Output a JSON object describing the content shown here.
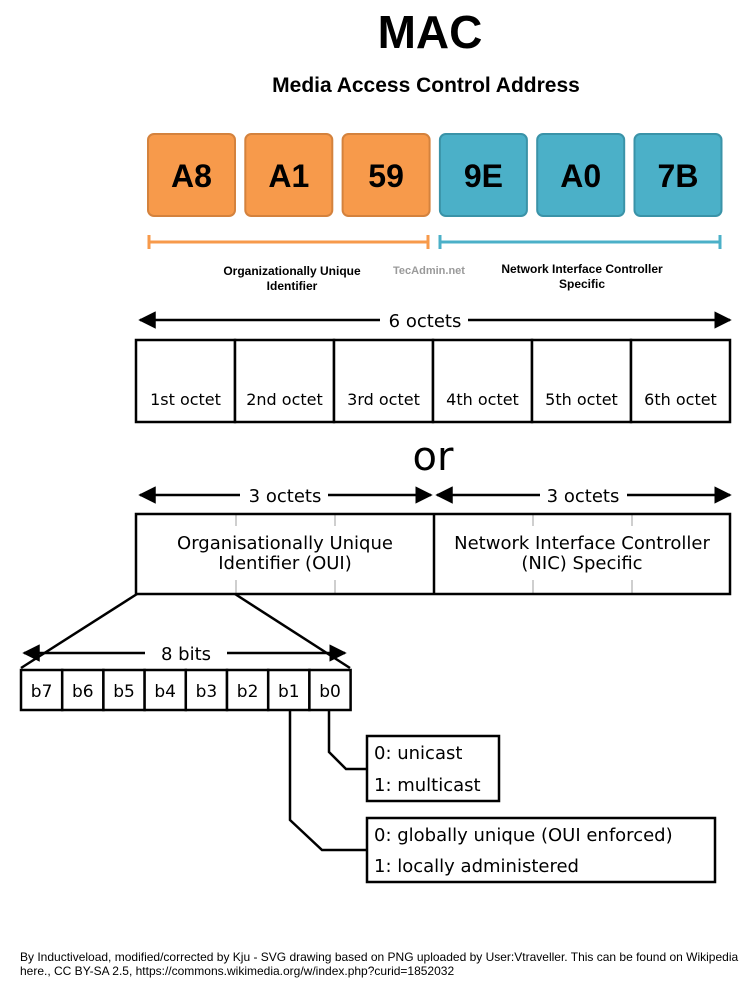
{
  "title": "MAC",
  "subtitle": "Media Access Control Address",
  "mac_bytes": [
    {
      "value": "A8",
      "group": "oui"
    },
    {
      "value": "A1",
      "group": "oui"
    },
    {
      "value": "59",
      "group": "oui"
    },
    {
      "value": "9E",
      "group": "nic"
    },
    {
      "value": "A0",
      "group": "nic"
    },
    {
      "value": "7B",
      "group": "nic"
    }
  ],
  "colors": {
    "oui": "#f79a4b",
    "nic": "#4bb0c8",
    "oui_border": "#d4823d",
    "nic_border": "#3a93a8"
  },
  "brackets": {
    "oui_label_1": "Organizationally Unique",
    "oui_label_2": "Identifier",
    "watermark": "TecAdmin.net",
    "nic_label_1": "Network Interface Controller",
    "nic_label_2": "Specific"
  },
  "octets": {
    "span_label": "6 octets",
    "cells": [
      "1st octet",
      "2nd octet",
      "3rd octet",
      "4th octet",
      "5th octet",
      "6th octet"
    ]
  },
  "or_label": "or",
  "halves": {
    "left_span": "3 octets",
    "right_span": "3 octets",
    "left_1": "Organisationally Unique",
    "left_2": "Identifier (OUI)",
    "right_1": "Network Interface Controller",
    "right_2": "(NIC) Specific"
  },
  "bits": {
    "span_label": "8 bits",
    "cells": [
      "b7",
      "b6",
      "b5",
      "b4",
      "b3",
      "b2",
      "b1",
      "b0"
    ]
  },
  "b0_box": {
    "line1": "0: unicast",
    "line2": "1: multicast"
  },
  "b1_box": {
    "line1": "0: globally unique (OUI enforced)",
    "line2": "1: locally administered"
  },
  "credit": "By Inductiveload, modified/corrected by Kju - SVG drawing based on PNG uploaded by User:Vtraveller. This can be found on Wikipedia here., CC BY-SA 2.5, https://commons.wikimedia.org/w/index.php?curid=1852032"
}
